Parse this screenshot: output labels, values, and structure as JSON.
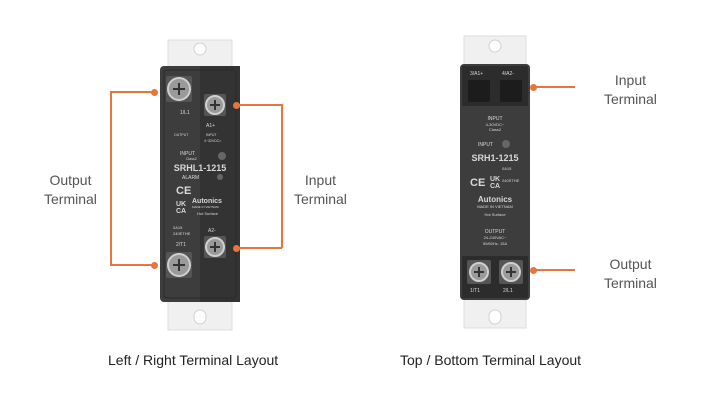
{
  "colors": {
    "accent": "#e8753b",
    "device_body": "#3b3b3b",
    "bracket": "#eeeeee"
  },
  "left_device": {
    "caption": "Left / Right Terminal Layout",
    "output_callout": [
      "Output",
      "Terminal"
    ],
    "input_callout": [
      "Input",
      "Terminal"
    ],
    "labels": {
      "t1": "1/L1",
      "a1": "A1+",
      "output_spec": "OUTPUT",
      "input_spec": "INPUT",
      "input_sub": "4~32VDC=",
      "input_led": "INPUT",
      "input_led_sub": "Class2",
      "model": "SRHL1-1215",
      "alarm": "ALARM",
      "brand": "Autonics",
      "made_in": "MADE IN VIETNAM",
      "hot_surface": "Hot Surface",
      "rating": "0A15",
      "voltage": "240ETHE",
      "a2": "A2-",
      "t2": "2/T1"
    }
  },
  "right_device": {
    "caption": "Top / Bottom Terminal Layout",
    "input_callout": [
      "Input",
      "Terminal"
    ],
    "output_callout": [
      "Output",
      "Terminal"
    ],
    "labels": {
      "a1": "3/A1+",
      "a2": "4/A2-",
      "input": "INPUT",
      "input_spec": "4-30VDC~",
      "input_class": "Class2",
      "input_led": "INPUT",
      "model": "SRH1-1215",
      "rating": "0A15",
      "voltage": "240STHE",
      "brand": "Autonics",
      "made_in": "MADE IN VIETNAM",
      "hot_surface": "Hot Surface",
      "output": "OUTPUT",
      "output_spec": "24-240VAC~",
      "output_freq": "50/60Hz, 15A",
      "t1": "1/T1",
      "t2": "2/L1"
    }
  }
}
